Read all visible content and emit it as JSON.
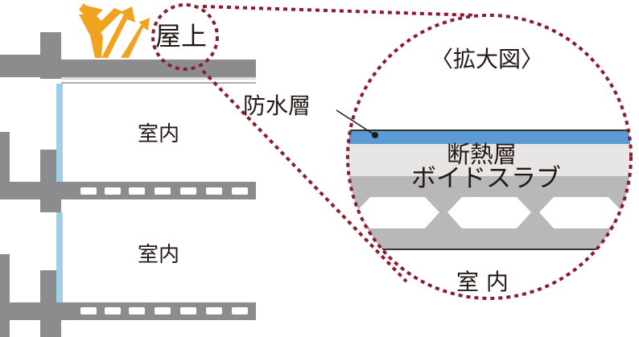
{
  "labels": {
    "rooftop": "屋上",
    "room_upper": "室内",
    "room_lower": "室内",
    "zoom_title": "〈拡大図〉",
    "waterproof_layer": "防水層",
    "insulation_layer": "断熱層",
    "void_slab": "ボイドスラブ",
    "zoom_room": "室 内"
  },
  "colors": {
    "concrete": "#8c8c8e",
    "slab_light": "#b8b8ba",
    "waterproof": "#5b9bd5",
    "insulation": "#e8e6e4",
    "glass": "#9fd0e8",
    "arrow": "#f0a31e",
    "zoom_ring": "#8c1c2c",
    "text": "#231815"
  },
  "icons": {
    "heat_arrows": "heat-reflect-arrows-icon"
  }
}
